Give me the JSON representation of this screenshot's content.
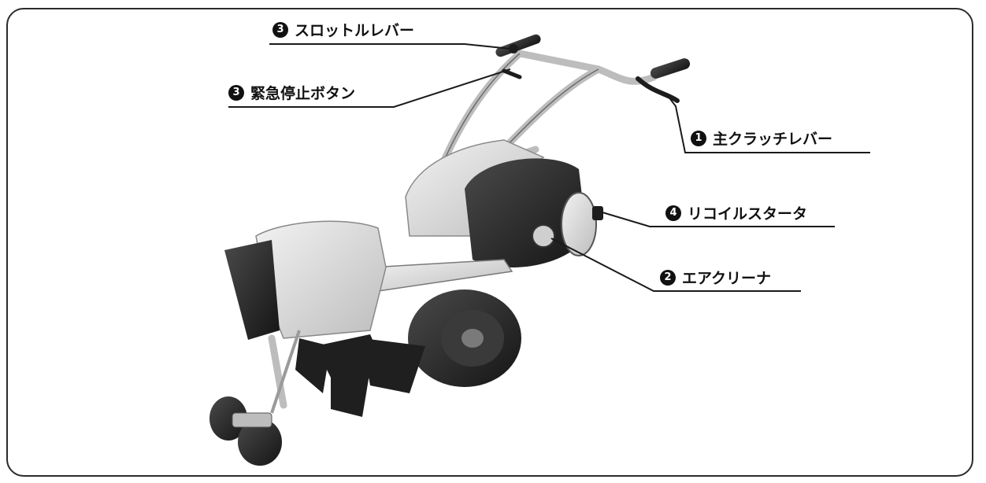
{
  "callouts": [
    {
      "id": "throttle-lever",
      "number": "3",
      "label": "スロットルレバー"
    },
    {
      "id": "emergency-stop-button",
      "number": "3",
      "label": "緊急停止ボタン"
    },
    {
      "id": "main-clutch-lever",
      "number": "1",
      "label": "主クラッチレバー"
    },
    {
      "id": "recoil-starter",
      "number": "4",
      "label": "リコイルスタータ"
    },
    {
      "id": "air-cleaner",
      "number": "2",
      "label": "エアクリーナ"
    }
  ],
  "colors": {
    "line": "#1a1a1a",
    "machine_light": "#d9d9d9",
    "machine_dark": "#2a2a2a"
  }
}
